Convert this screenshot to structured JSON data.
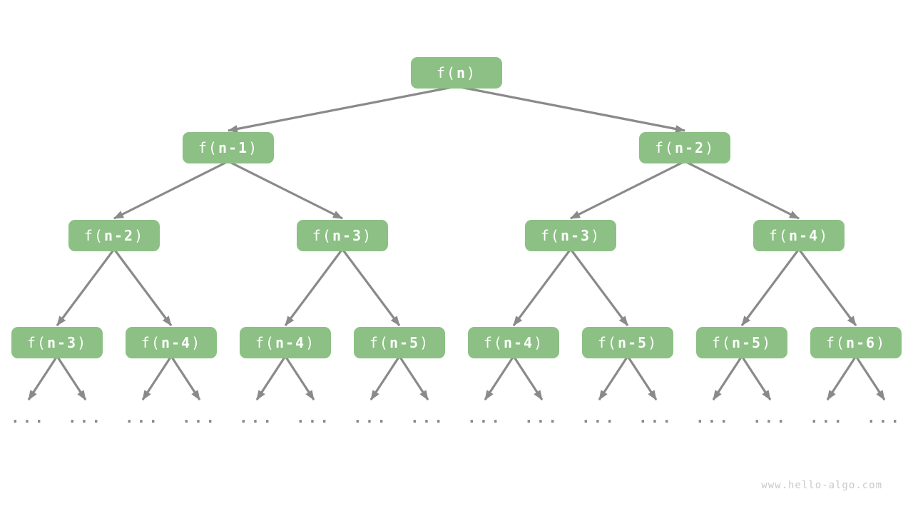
{
  "tree": {
    "levels": [
      {
        "nodes": [
          {
            "pre": "f(",
            "arg": "n",
            "post": ")"
          }
        ]
      },
      {
        "nodes": [
          {
            "pre": "f(",
            "arg": "n-1",
            "post": ")"
          },
          {
            "pre": "f(",
            "arg": "n-2",
            "post": ")"
          }
        ]
      },
      {
        "nodes": [
          {
            "pre": "f(",
            "arg": "n-2",
            "post": ")"
          },
          {
            "pre": "f(",
            "arg": "n-3",
            "post": ")"
          },
          {
            "pre": "f(",
            "arg": "n-3",
            "post": ")"
          },
          {
            "pre": "f(",
            "arg": "n-4",
            "post": ")"
          }
        ]
      },
      {
        "nodes": [
          {
            "pre": "f(",
            "arg": "n-3",
            "post": ")"
          },
          {
            "pre": "f(",
            "arg": "n-4",
            "post": ")"
          },
          {
            "pre": "f(",
            "arg": "n-4",
            "post": ")"
          },
          {
            "pre": "f(",
            "arg": "n-5",
            "post": ")"
          },
          {
            "pre": "f(",
            "arg": "n-4",
            "post": ")"
          },
          {
            "pre": "f(",
            "arg": "n-5",
            "post": ")"
          },
          {
            "pre": "f(",
            "arg": "n-5",
            "post": ")"
          },
          {
            "pre": "f(",
            "arg": "n-6",
            "post": ")"
          }
        ]
      }
    ],
    "leaf_ellipsis": "...",
    "ellipsis_count": 16
  },
  "watermark": "www.hello-algo.com",
  "colors": {
    "background": "#ffffff",
    "node_fill": "#8cc084",
    "node_text": "#ffffff",
    "edge": "#8a8a8a",
    "ellipsis": "#8a8a8a",
    "watermark": "#c9c9c9"
  }
}
